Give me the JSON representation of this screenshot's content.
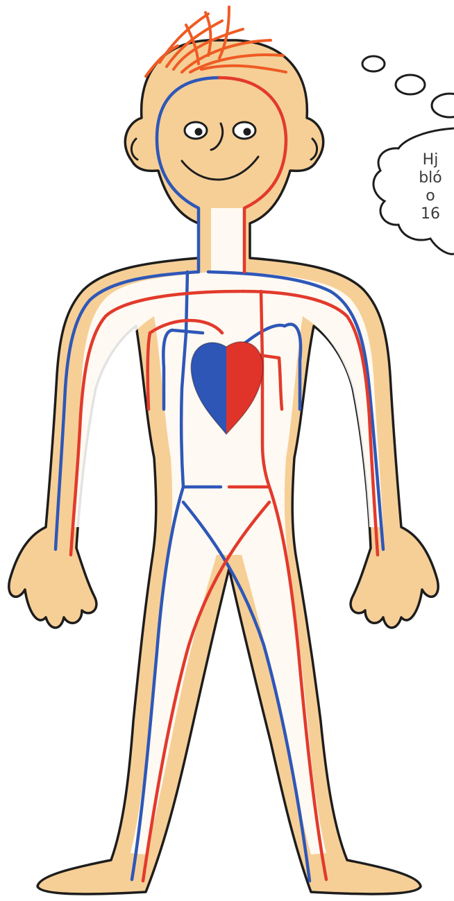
{
  "thought_bubble": {
    "lines": [
      "Hj",
      "bló",
      "o",
      "16"
    ]
  },
  "colors": {
    "skin": "#f6cf97",
    "skin_edge": "#f2c182",
    "outline": "#1d1d1d",
    "hair": "#ef5b24",
    "vein_blue": "#2e57b8",
    "artery_red": "#e23a2c",
    "heart_blue": "#2d56b6",
    "heart_red": "#e0332a",
    "text": "#3a3a3a"
  },
  "icons": {
    "figure": "human-circulatory-system-figure",
    "heart": "heart-icon"
  }
}
